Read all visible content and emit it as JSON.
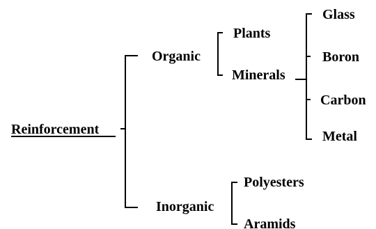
{
  "diagram": {
    "root": "Reinforcement",
    "branches": [
      {
        "label": "Organic",
        "children": [
          {
            "label": "Plants",
            "children": []
          },
          {
            "label": "Minerals",
            "children": [
              "Glass",
              "Boron",
              "Carbon",
              "Metal"
            ]
          }
        ]
      },
      {
        "label": "Inorganic",
        "children": [
          {
            "label": "Polyesters",
            "children": []
          },
          {
            "label": "Aramids",
            "children": []
          }
        ]
      }
    ]
  }
}
